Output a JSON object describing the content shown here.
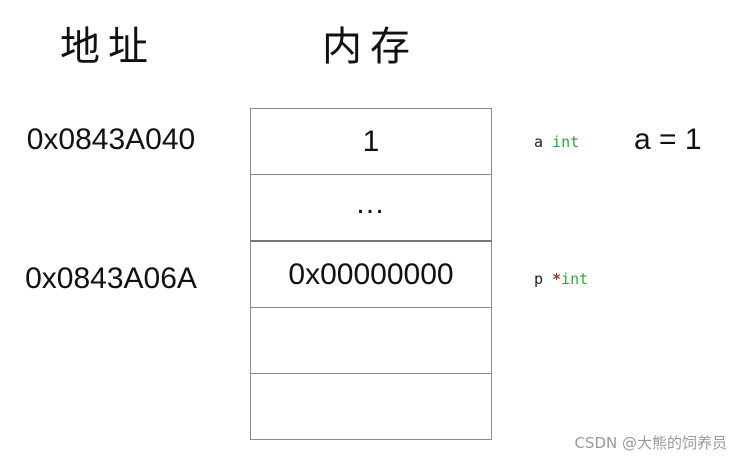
{
  "headings": {
    "address": "地址",
    "memory": "内存"
  },
  "addresses": [
    "0x0843A040",
    "0x0843A06A"
  ],
  "cells": [
    "1",
    "…",
    "0x00000000",
    "",
    ""
  ],
  "variables": {
    "a": {
      "name": "a",
      "type": "int"
    },
    "p": {
      "name": "p",
      "star": "*",
      "type": "int"
    }
  },
  "value_annotation": "a = 1",
  "watermark": "CSDN @大熊的饲养员",
  "colors": {
    "type_keyword": "#2fa63a",
    "pointer_star": "#b03030",
    "cell_border": "#8a8a8a",
    "watermark": "#9a9a9a"
  }
}
